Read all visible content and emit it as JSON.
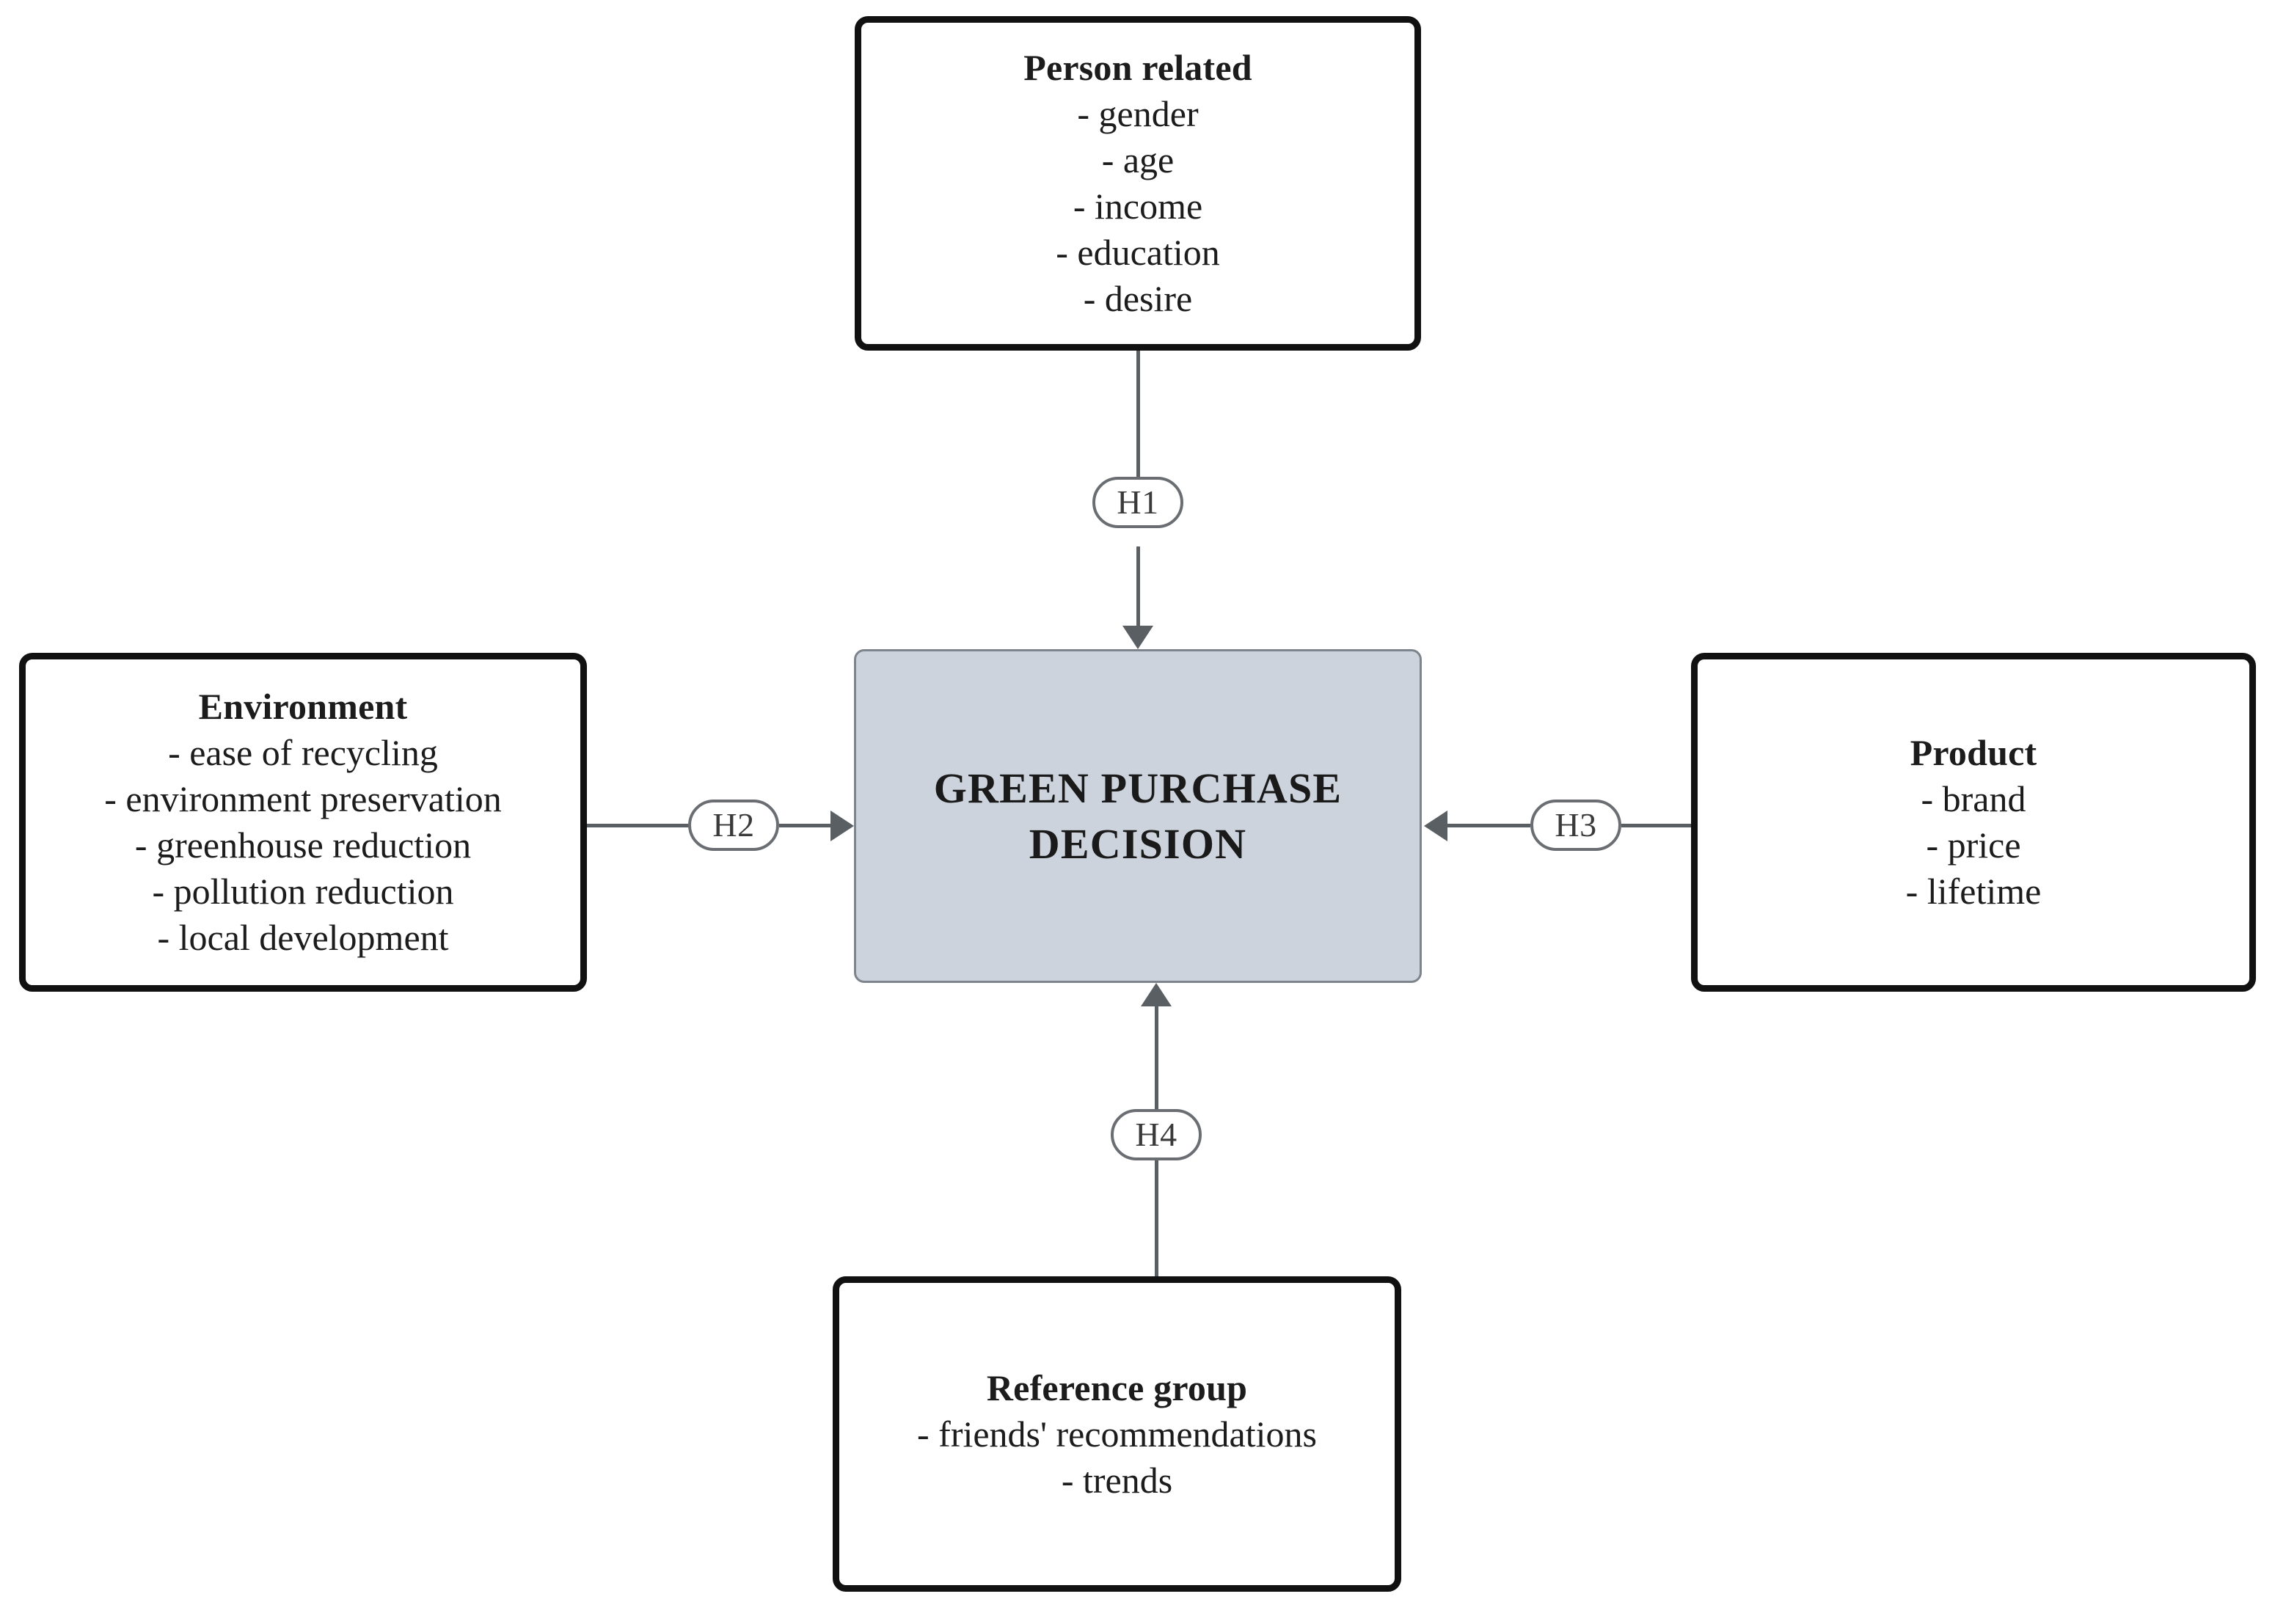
{
  "diagram": {
    "type": "conceptual-framework",
    "center": {
      "label_lines": [
        "GREEN PURCHASE",
        "DECISION"
      ],
      "fill_color": "#ccd3dc",
      "border_color": "#7d848c"
    },
    "nodes": [
      {
        "id": "person-related",
        "position": "top",
        "title": "Person related",
        "items": [
          "- gender",
          "- age",
          "- income",
          "- education",
          "- desire"
        ]
      },
      {
        "id": "environment",
        "position": "left",
        "title": "Environment",
        "items": [
          "- ease of recycling",
          "- environment preservation",
          "- greenhouse reduction",
          "- pollution reduction",
          "- local development"
        ]
      },
      {
        "id": "product",
        "position": "right",
        "title": "Product",
        "items": [
          "- brand",
          "- price",
          "- lifetime"
        ]
      },
      {
        "id": "reference-group",
        "position": "bottom",
        "title": "Reference group",
        "items": [
          "- friends' recommendations",
          "- trends"
        ]
      }
    ],
    "connectors": [
      {
        "id": "h1",
        "label": "H1",
        "from": "person-related",
        "to": "center",
        "direction": "down"
      },
      {
        "id": "h2",
        "label": "H2",
        "from": "environment",
        "to": "center",
        "direction": "right"
      },
      {
        "id": "h3",
        "label": "H3",
        "from": "product",
        "to": "center",
        "direction": "left"
      },
      {
        "id": "h4",
        "label": "H4",
        "from": "reference-group",
        "to": "center",
        "direction": "up"
      }
    ],
    "connector_color": "#5a5f63",
    "node_border_color": "#111111"
  }
}
